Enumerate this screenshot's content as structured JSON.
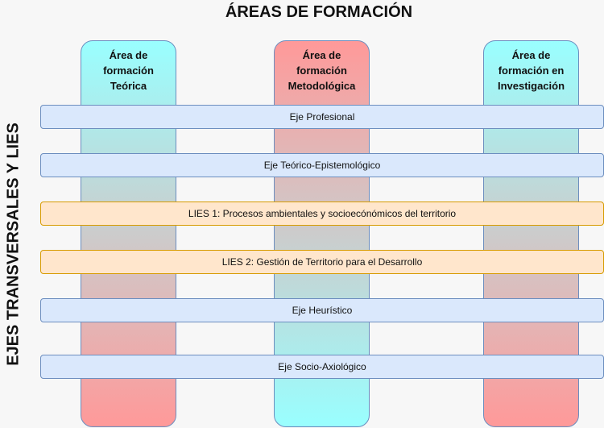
{
  "title": "ÁREAS DE FORMACIÓN",
  "side_label": "EJES TRANSVERSALES Y LIES",
  "columns": [
    {
      "label": "Área de formación Teórica"
    },
    {
      "label": "Área de formación Metodológica"
    },
    {
      "label": "Área de formación en Investigación"
    }
  ],
  "bands": [
    {
      "label": "Eje Profesional",
      "kind": "eje"
    },
    {
      "label": "Eje Teórico-Epistemológico",
      "kind": "eje"
    },
    {
      "label": "LIES 1: Procesos ambientales y socioecónómicos del territorio",
      "kind": "lies"
    },
    {
      "label": "LIES 2: Gestión de Territorio para el Desarrollo",
      "kind": "lies"
    },
    {
      "label": "Eje Heurístico",
      "kind": "eje"
    },
    {
      "label": "Eje Socio-Axiológico",
      "kind": "eje"
    }
  ],
  "colors": {
    "eje_fill": "#dae8fc",
    "eje_stroke": "#6c8ebf",
    "lies_fill": "#ffe6cc",
    "lies_stroke": "#d79b00",
    "gradient_cyan": "#99ffff",
    "gradient_red": "#ff9999"
  }
}
